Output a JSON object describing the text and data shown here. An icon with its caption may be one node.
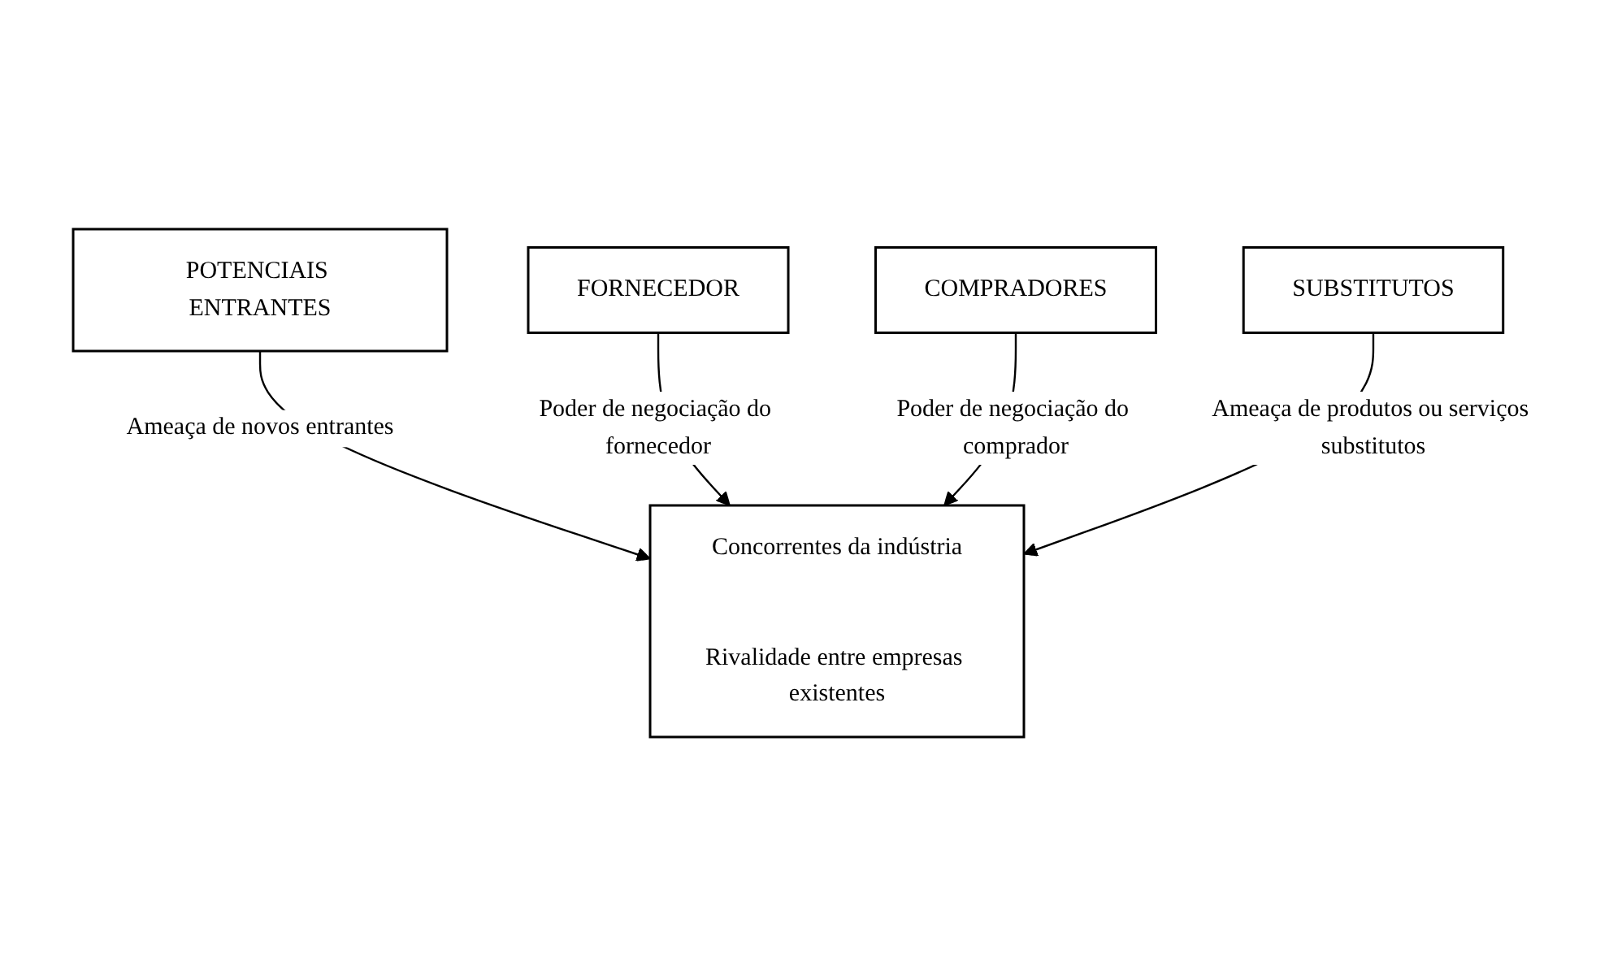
{
  "diagram": {
    "nodes": [
      {
        "text": [
          "POTENCIAIS ENTRANTES"
        ]
      },
      {
        "text": [
          "Concorrentes da indústria",
          "Rivalidade entre empresas existentes"
        ]
      },
      {
        "text": [
          "FORNECEDOR"
        ]
      },
      {
        "text": [
          "COMPRADORES"
        ]
      },
      {
        "text": [
          "SUBSTITUTOS"
        ]
      }
    ],
    "edges": [
      {
        "from": 0,
        "to": 1,
        "arrow": "to",
        "label": "Ameaça de novos entrantes"
      },
      {
        "from": 2,
        "to": 1,
        "arrow": "to",
        "label": "Poder de negociação do fornecedor"
      },
      {
        "from": 3,
        "to": 1,
        "arrow": "to",
        "label": "Poder de negociação do comprador"
      },
      {
        "from": 4,
        "to": 1,
        "arrow": "to",
        "label": "Ameaça de produtos ou serviços substitutos"
      }
    ]
  }
}
